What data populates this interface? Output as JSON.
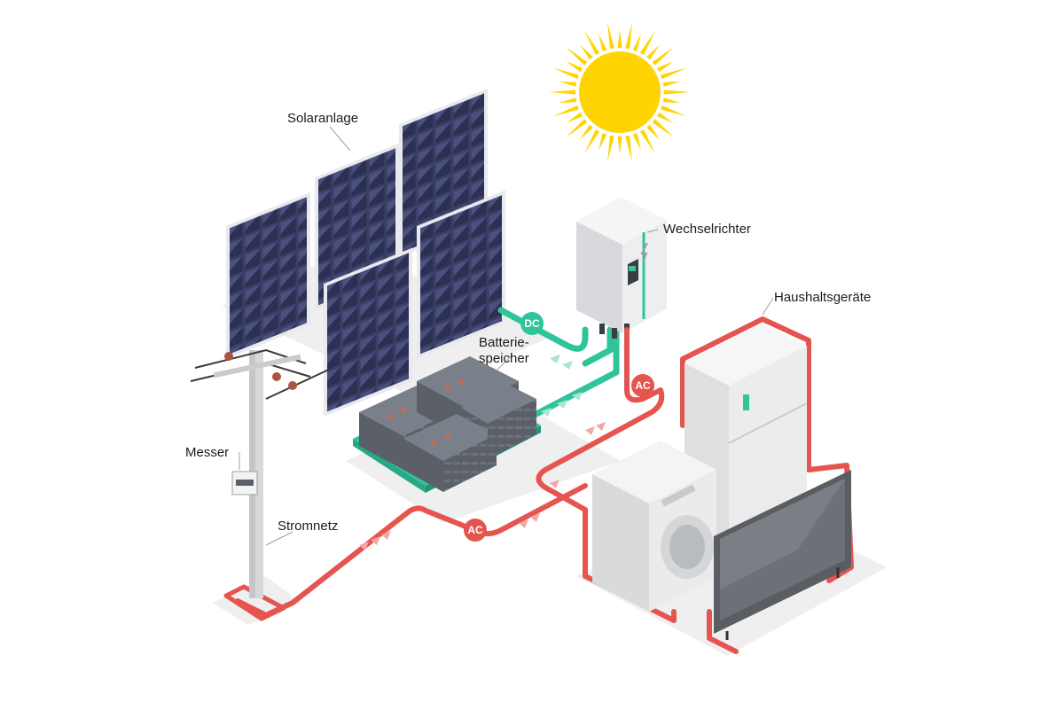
{
  "labels": {
    "solar": "Solaranlage",
    "inverter": "Wechselrichter",
    "appliances": "Haushaltsgeräte",
    "battery_line1": "Batterie-",
    "battery_line2": "speicher",
    "meter": "Messer",
    "grid": "Stromnetz"
  },
  "badges": {
    "dc": "DC",
    "ac_inverter": "AC",
    "ac_grid": "AC"
  },
  "colors": {
    "dc_line": "#2fc49a",
    "ac_line": "#e5544f",
    "panel_cell": "#3b3f66",
    "sun": "#ffd400",
    "battery": "#5b6068",
    "ground": "#ececec"
  }
}
